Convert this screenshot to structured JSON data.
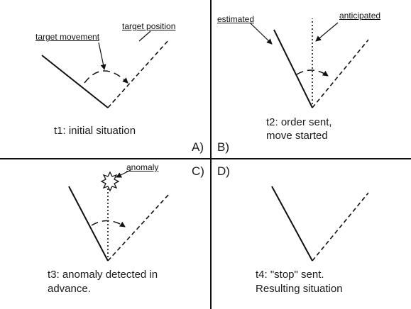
{
  "panels": {
    "a": {
      "id": "A)",
      "caption": "t1: initial situation",
      "labels": {
        "movement": "target movement",
        "position": "target position"
      }
    },
    "b": {
      "id": "B)",
      "caption_line1": "t2: order sent,",
      "caption_line2": "move started",
      "labels": {
        "estimated": "estimated",
        "anticipated": "anticipated"
      }
    },
    "c": {
      "id": "C)",
      "caption_line1": "t3: anomaly detected in",
      "caption_line2": "advance.",
      "labels": {
        "anomaly": "anomaly"
      }
    },
    "d": {
      "id": "D)",
      "caption_line1": "t4: \"stop\" sent.",
      "caption_line2": "Resulting situation"
    }
  },
  "colors": {
    "ink": "#111111",
    "background": "#ffffff"
  }
}
